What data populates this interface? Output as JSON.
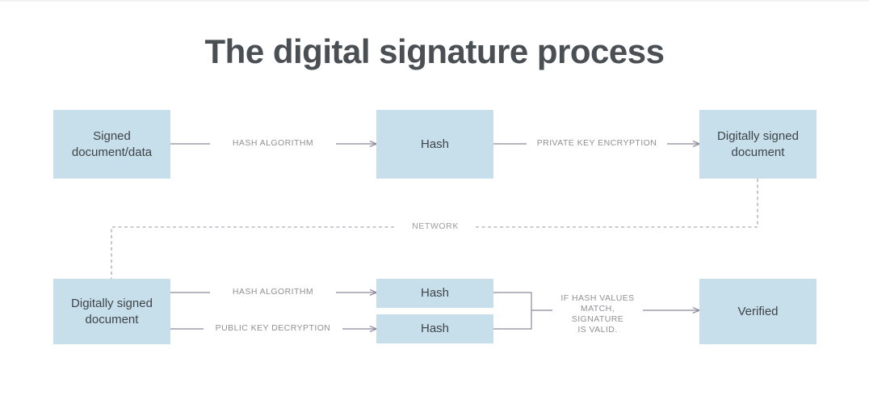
{
  "page": {
    "title": "The digital signature process",
    "background_color": "#ffffff"
  },
  "colors": {
    "node_fill": "#c6dfeb",
    "node_text": "#3f4448",
    "title_text": "#4a4f53",
    "connector": "#8d869b",
    "label_text": "#8f9093",
    "dashed_connector": "#9a95a5"
  },
  "diagram": {
    "type": "flowchart",
    "signing_row": {
      "nodes": [
        {
          "id": "signed-document",
          "label": "Signed\ndocument/data"
        },
        {
          "id": "hash-top",
          "label": "Hash"
        },
        {
          "id": "digitally-signed-document-top",
          "label": "Digitally signed\ndocument"
        }
      ],
      "edges": [
        {
          "from": "signed-document",
          "to": "hash-top",
          "label": "HASH ALGORITHM"
        },
        {
          "from": "hash-top",
          "to": "digitally-signed-document-top",
          "label": "PRIVATE KEY ENCRYPTION"
        }
      ]
    },
    "transport": {
      "label": "NETWORK",
      "from": "digitally-signed-document-top",
      "to": "digitally-signed-document-bottom",
      "style": "dashed"
    },
    "verification_row": {
      "nodes": [
        {
          "id": "digitally-signed-document-bottom",
          "label": "Digitally signed\ndocument"
        },
        {
          "id": "hash-computed",
          "label": "Hash"
        },
        {
          "id": "hash-decrypted",
          "label": "Hash"
        },
        {
          "id": "verified",
          "label": "Verified"
        }
      ],
      "edges": [
        {
          "from": "digitally-signed-document-bottom",
          "to": "hash-computed",
          "label": "HASH ALGORITHM"
        },
        {
          "from": "digitally-signed-document-bottom",
          "to": "hash-decrypted",
          "label": "PUBLIC KEY DECRYPTION"
        },
        {
          "from": "hash-compare-bracket",
          "to": "verified",
          "label": "IF HASH VALUES\nMATCH, SIGNATURE\nIS VALID."
        }
      ]
    }
  }
}
